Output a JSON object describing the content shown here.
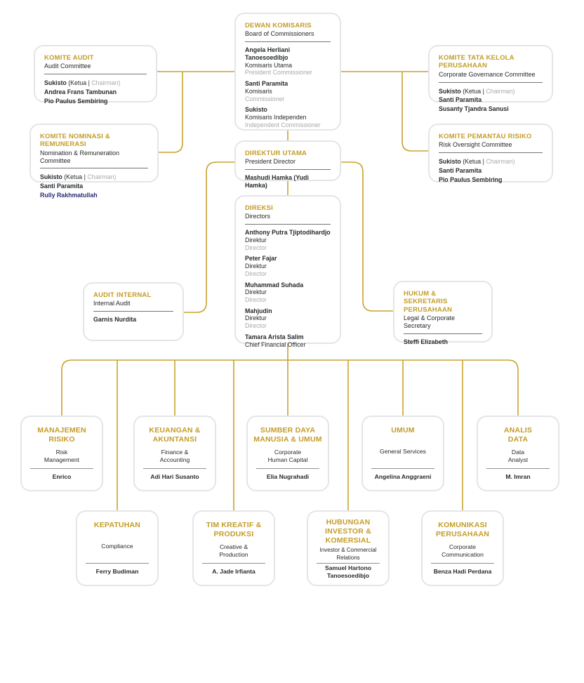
{
  "colors": {
    "gold_text": "#C49C26",
    "gold_line": "#C8A42E",
    "dark_text": "#27292B",
    "gray_text": "#A7A9AC",
    "navy_text": "#2B2C74",
    "box_border": "#E4E5E7"
  },
  "org": {
    "dewan": {
      "title": "DEWAN KOMISARIS",
      "subtitle": "Board of Commissioners",
      "members": [
        {
          "name": "Angela Herliani Tanoesoedibjo",
          "role_id": "Komisaris Utama",
          "role_en": "President Commissioner"
        },
        {
          "name": "Santi Paramita",
          "role_id": "Komisaris",
          "role_en": "Commissioner"
        },
        {
          "name": "Sukisto",
          "role_id": "Komisaris Independen",
          "role_en": "Independent Commissioner"
        }
      ]
    },
    "komite_audit": {
      "title": "KOMITE AUDIT",
      "subtitle": "Audit Committee",
      "chair": {
        "name": "Sukisto",
        "mid": " (Ketua | ",
        "en": "Chairman)"
      },
      "members": [
        "Andrea Frans Tambunan",
        "Pio Paulus Sembiring"
      ]
    },
    "komite_nominasi": {
      "title": "KOMITE NOMINASI & REMUNERASI",
      "subtitle": "Nomination & Remuneration Committee",
      "chair": {
        "name": "Sukisto",
        "mid": " (Ketua | ",
        "en": "Chairman)"
      },
      "members": [
        "Santi Paramita",
        "Rully Rakhmatullah"
      ]
    },
    "komite_tata": {
      "title": "KOMITE TATA KELOLA PERUSAHAAN",
      "subtitle": "Corporate Governance Committee",
      "chair": {
        "name": "Sukisto",
        "mid": " (Ketua | ",
        "en": "Chairman)"
      },
      "members": [
        "Santi Paramita",
        "Susanty Tjandra Sanusi"
      ]
    },
    "komite_pemantau": {
      "title": "KOMITE PEMANTAU RISIKO",
      "subtitle": "Risk Oversight Committee",
      "chair": {
        "name": "Sukisto",
        "mid": " (Ketua | ",
        "en": "Chairman)"
      },
      "members": [
        "Santi Paramita",
        "Pio Paulus Sembiring"
      ]
    },
    "direktur_utama": {
      "title": "DIREKTUR UTAMA",
      "subtitle": "President Director",
      "name": "Mashudi Hamka (Yudi Hamka)"
    },
    "direksi": {
      "title": "DIREKSI",
      "subtitle": "Directors",
      "members": [
        {
          "name": "Anthony Putra Tjiptodihardjo",
          "role_id": "Direktur",
          "role_en": "Director"
        },
        {
          "name": "Peter Fajar",
          "role_id": "Direktur",
          "role_en": "Director"
        },
        {
          "name": "Muhammad Suhada",
          "role_id": "Direktur",
          "role_en": "Director"
        },
        {
          "name": "Mahjudin",
          "role_id": "Direktur",
          "role_en": "Director"
        },
        {
          "name": "Tamara Arista Salim",
          "role_id": "Chief Financial Officer",
          "role_en": ""
        }
      ]
    },
    "audit_internal": {
      "title": "AUDIT INTERNAL",
      "subtitle": "Internal Audit",
      "name": "Garnis Nurdita"
    },
    "hukum": {
      "title": "HUKUM &\nSEKRETARIS PERUSAHAAN",
      "subtitle": "Legal & Corporate Secretary",
      "name": "Steffi Elizabeth"
    },
    "row1": [
      {
        "title": "MANAJEMEN\nRISIKO",
        "subtitle": "Risk\nManagement",
        "name": "Enrico"
      },
      {
        "title": "KEUANGAN &\nAKUNTANSI",
        "subtitle": "Finance &\nAccounting",
        "name": "Adi Hari Susanto"
      },
      {
        "title": "SUMBER DAYA\nMANUSIA & UMUM",
        "subtitle": "Corporate\nHuman Capital",
        "name": "Elia Nugrahadi"
      },
      {
        "title": "UMUM",
        "subtitle": "General Services",
        "name": "Angelina Anggraeni"
      },
      {
        "title": "ANALIS\nDATA",
        "subtitle": "Data\nAnalyst",
        "name": "M. Imran"
      }
    ],
    "row2": [
      {
        "title": "KEPATUHAN",
        "subtitle": "Compliance",
        "name": "Ferry Budiman"
      },
      {
        "title": "TIM KREATIF &\nPRODUKSI",
        "subtitle": "Creative &\nProduction",
        "name": "A. Jade Irfianta"
      },
      {
        "title": "HUBUNGAN\nINVESTOR &\nKOMERSIAL",
        "subtitle": "Investor & Commercial\nRelations",
        "name": "Samuel Hartono\nTanoesoedibjo"
      },
      {
        "title": "KOMUNIKASI\nPERUSAHAAN",
        "subtitle": "Corporate\nCommunication",
        "name": "Benza Hadi Perdana"
      }
    ]
  }
}
